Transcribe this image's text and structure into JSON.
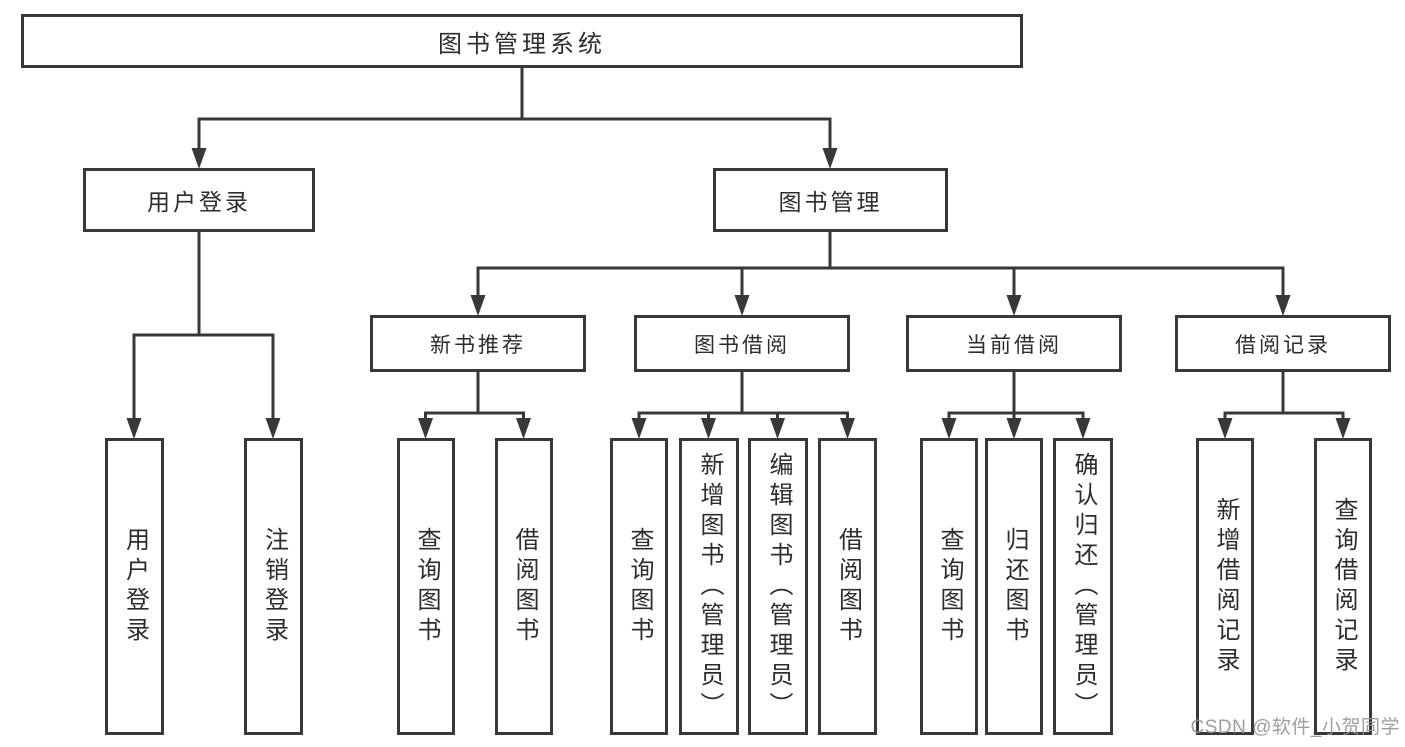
{
  "diagram": {
    "root": "图书管理系统",
    "user_login": {
      "label": "用户登录",
      "children": [
        "用户登录",
        "注销登录"
      ]
    },
    "book_mgmt": {
      "label": "图书管理",
      "groups": [
        {
          "label": "新书推荐",
          "children": [
            "查询图书",
            "借阅图书"
          ]
        },
        {
          "label": "图书借阅",
          "children": [
            "查询图书",
            "新增图书（管理员）",
            "编辑图书（管理员）",
            "借阅图书"
          ]
        },
        {
          "label": "当前借阅",
          "children": [
            "查询图书",
            "归还图书",
            "确认归还（管理员）"
          ]
        },
        {
          "label": "借阅记录",
          "children": [
            "新增借阅记录",
            "查询借阅记录"
          ]
        }
      ]
    }
  },
  "colors": {
    "line": "#383838",
    "text": "#2d2d2d",
    "watermark": "#949496"
  },
  "watermark": "CSDN @软件_小贺同学"
}
